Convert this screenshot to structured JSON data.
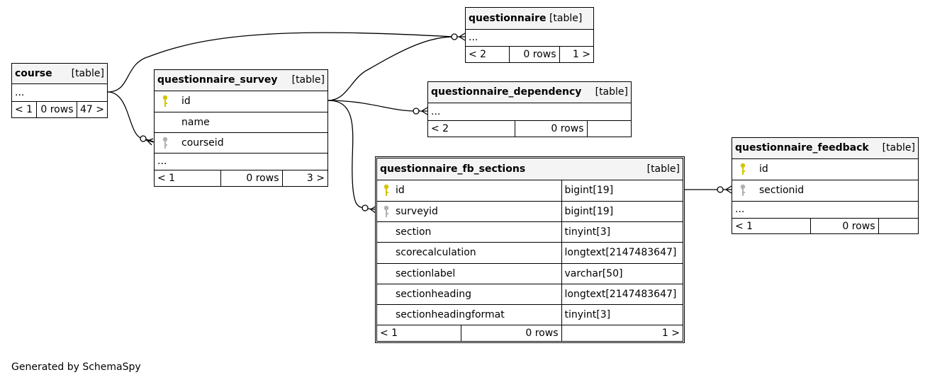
{
  "footer": "Generated by SchemaSpy",
  "colors": {
    "primary_key": "#d4c400",
    "foreign_key": "#b0b0b0",
    "header_bg": "#f4f4f4"
  },
  "tables": {
    "course": {
      "name": "course",
      "type": "[table]",
      "ellipsis": "...",
      "nav": [
        "< 1",
        "0 rows",
        "47 >"
      ]
    },
    "questionnaire": {
      "name": "questionnaire",
      "type": "[table]",
      "ellipsis": "...",
      "nav": [
        "< 2",
        "0 rows",
        "1 >"
      ]
    },
    "questionnaire_survey": {
      "name": "questionnaire_survey",
      "type": "[table]",
      "columns": [
        {
          "name": "id",
          "key": "primary"
        },
        {
          "name": "name",
          "key": ""
        },
        {
          "name": "courseid",
          "key": "foreign"
        }
      ],
      "ellipsis": "...",
      "nav": [
        "< 1",
        "0 rows",
        "3 >"
      ]
    },
    "questionnaire_dependency": {
      "name": "questionnaire_dependency",
      "type": "[table]",
      "ellipsis": "...",
      "nav": [
        "< 2",
        "0 rows",
        ""
      ]
    },
    "questionnaire_fb_sections": {
      "name": "questionnaire_fb_sections",
      "type": "[table]",
      "columns": [
        {
          "name": "id",
          "type": "bigint[19]",
          "key": "primary"
        },
        {
          "name": "surveyid",
          "type": "bigint[19]",
          "key": "foreign"
        },
        {
          "name": "section",
          "type": "tinyint[3]",
          "key": ""
        },
        {
          "name": "scorecalculation",
          "type": "longtext[2147483647]",
          "key": ""
        },
        {
          "name": "sectionlabel",
          "type": "varchar[50]",
          "key": ""
        },
        {
          "name": "sectionheading",
          "type": "longtext[2147483647]",
          "key": ""
        },
        {
          "name": "sectionheadingformat",
          "type": "tinyint[3]",
          "key": ""
        }
      ],
      "nav": [
        "< 1",
        "0 rows",
        "1 >"
      ]
    },
    "questionnaire_feedback": {
      "name": "questionnaire_feedback",
      "type": "[table]",
      "columns": [
        {
          "name": "id",
          "key": "primary"
        },
        {
          "name": "sectionid",
          "key": "foreign"
        }
      ],
      "ellipsis": "...",
      "nav": [
        "< 1",
        "0 rows",
        ""
      ]
    }
  }
}
